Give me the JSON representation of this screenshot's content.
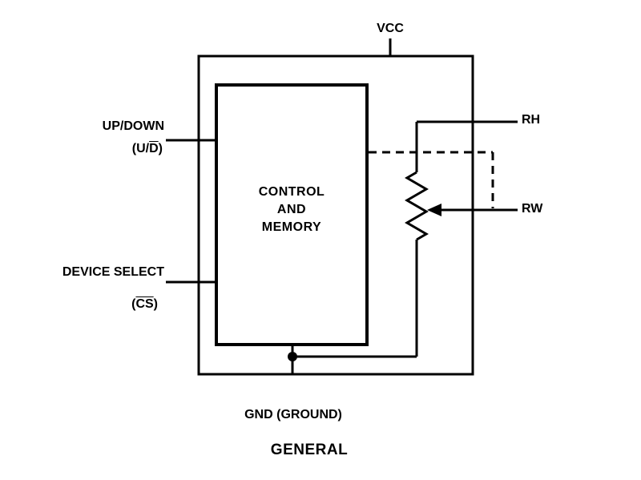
{
  "diagram": {
    "title": "GENERAL",
    "vcc_label": "VCC",
    "gnd_label": "GND (GROUND)",
    "block": {
      "line1": "CONTROL",
      "line2": "AND",
      "line3": "MEMORY"
    },
    "pins": {
      "up_down": {
        "label": "UP/DOWN",
        "sub_prefix": "(U/",
        "sub_overline": "D",
        "sub_suffix": ")"
      },
      "device_select": {
        "label": "DEVICE SELECT",
        "sub_prefix": "(",
        "sub_overline": "CS",
        "sub_suffix": ")"
      },
      "rh_label": "RH",
      "rw_label": "RW"
    },
    "colors": {
      "line": "#000000",
      "background": "#ffffff"
    }
  }
}
